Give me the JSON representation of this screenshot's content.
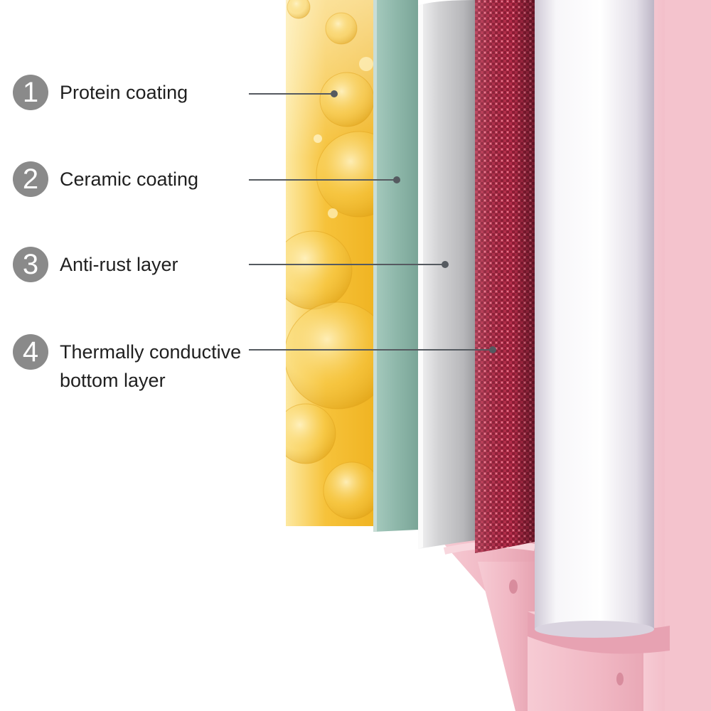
{
  "layers": [
    {
      "number": "1",
      "label": "Protein coating"
    },
    {
      "number": "2",
      "label": "Ceramic coating"
    },
    {
      "number": "3",
      "label": "Anti-rust layer"
    },
    {
      "number": "4",
      "label": "Thermally conductive\nbottom layer"
    }
  ],
  "colors": {
    "badge": "#8a8a8a",
    "leader_line": "#555a60",
    "protein": "#f6c23a",
    "ceramic": "#8fb8ab",
    "anti_rust": "#c9c9cb",
    "conductive": "#a8233f",
    "barrel": "#f1eef2",
    "housing": "#f1b8c4"
  }
}
